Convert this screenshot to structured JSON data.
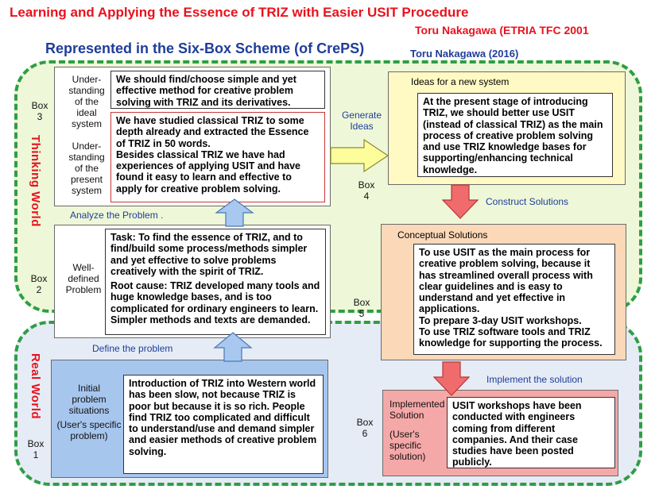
{
  "title": "Learning and Applying the Essence of TRIZ with Easier USIT Procedure",
  "author_top": "Toru Nakagawa (ETRIA TFC 2001",
  "subtitle": "Represented in the Six-Box Scheme (of CrePS)",
  "author_2016": "Toru Nakagawa (2016)",
  "worlds": {
    "thinking": "Thinking World",
    "real": "Real World"
  },
  "colors": {
    "title_red": "#e8121d",
    "subtitle_blue": "#1f3d99",
    "world_border_green": "#2e9e45",
    "thinking_bg": "#eef8d8",
    "real_bg": "#e6ecf5",
    "box1_bg": "#a7c6ee",
    "box4_bg": "#fff9c4",
    "box5_bg": "#fbd8b8",
    "box6_bg": "#f5a8a8",
    "arrow_blue": "#a8c8ef",
    "arrow_yellow": "#fdfd9c",
    "arrow_red": "#f06c6c"
  },
  "box3": {
    "num_a": "Box",
    "num_b": "3",
    "label_ideal": [
      "Under-",
      "standing",
      "of the",
      "ideal",
      "system"
    ],
    "label_present": [
      "Under-",
      "standing",
      "of the",
      "present",
      "system"
    ],
    "text_ideal": "We should find/choose simple and yet effective method for creative problem solving with TRIZ and its derivatives.",
    "text_present_1": "We have studied classical TRIZ to some depth already and extracted the Essence of TRIZ in 50 words.",
    "text_present_2": "Besides classical TRIZ we have had experiences of applying USIT and have found it easy to learn and effective to apply for creative problem solving."
  },
  "box2": {
    "num_a": "Box",
    "num_b": "2",
    "label": [
      "Well-",
      "defined",
      "Problem"
    ],
    "task": "Task:  To find the essence of TRIZ, and to find/build some process/methods simpler and yet effective to solve problems creatively with the  spirit of TRIZ.",
    "root_cause": "Root cause:  TRIZ developed many tools and huge knowledge bases, and is too complicated for ordinary engineers to learn. Simpler methods and texts are demanded."
  },
  "box1": {
    "num_a": "Box",
    "num_b": "1",
    "label": [
      "Initial",
      "problem",
      "situations",
      "(User's specific",
      "problem)"
    ],
    "text": "Introduction of TRIZ into Western world has been slow, not because TRIZ is poor but because it is so rich.  People find TRIZ too complicated and difficult to understand/use and demand simpler and easier methods of creative problem solving."
  },
  "box4": {
    "num_a": "Box",
    "num_b": "4",
    "header": "Ideas for a new system",
    "text": "At the present stage of introducing TRIZ, we should better use USIT (instead of classical TRIZ) as the main process of creative problem solving and use TRIZ knowledge bases for supporting/enhancing technical knowledge."
  },
  "box5": {
    "num_a": "Box",
    "num_b": "5",
    "header": "Conceptual Solutions",
    "text_1": "To use USIT as the main process for creative problem solving, because it has streamlined overall process with clear guidelines and is easy to understand and yet effective  in applications.",
    "text_2": "To  prepare 3-day USIT workshops.",
    "text_3": "To use TRIZ software tools and TRIZ knowledge for supporting the process."
  },
  "box6": {
    "num_a": "Box",
    "num_b": "6",
    "label": [
      "Implemented",
      "Solution"
    ],
    "label_sub": [
      "(User's",
      "specific",
      "solution)"
    ],
    "text": "USIT workshops have been conducted with engineers coming from different companies.  And their case studies have been posted publicly."
  },
  "arrows": {
    "generate": [
      "Generate",
      "Ideas"
    ],
    "construct": "Construct Solutions",
    "implement": "Implement  the solution",
    "analyze": "Analyze the Problem .",
    "define": "Define the problem"
  }
}
